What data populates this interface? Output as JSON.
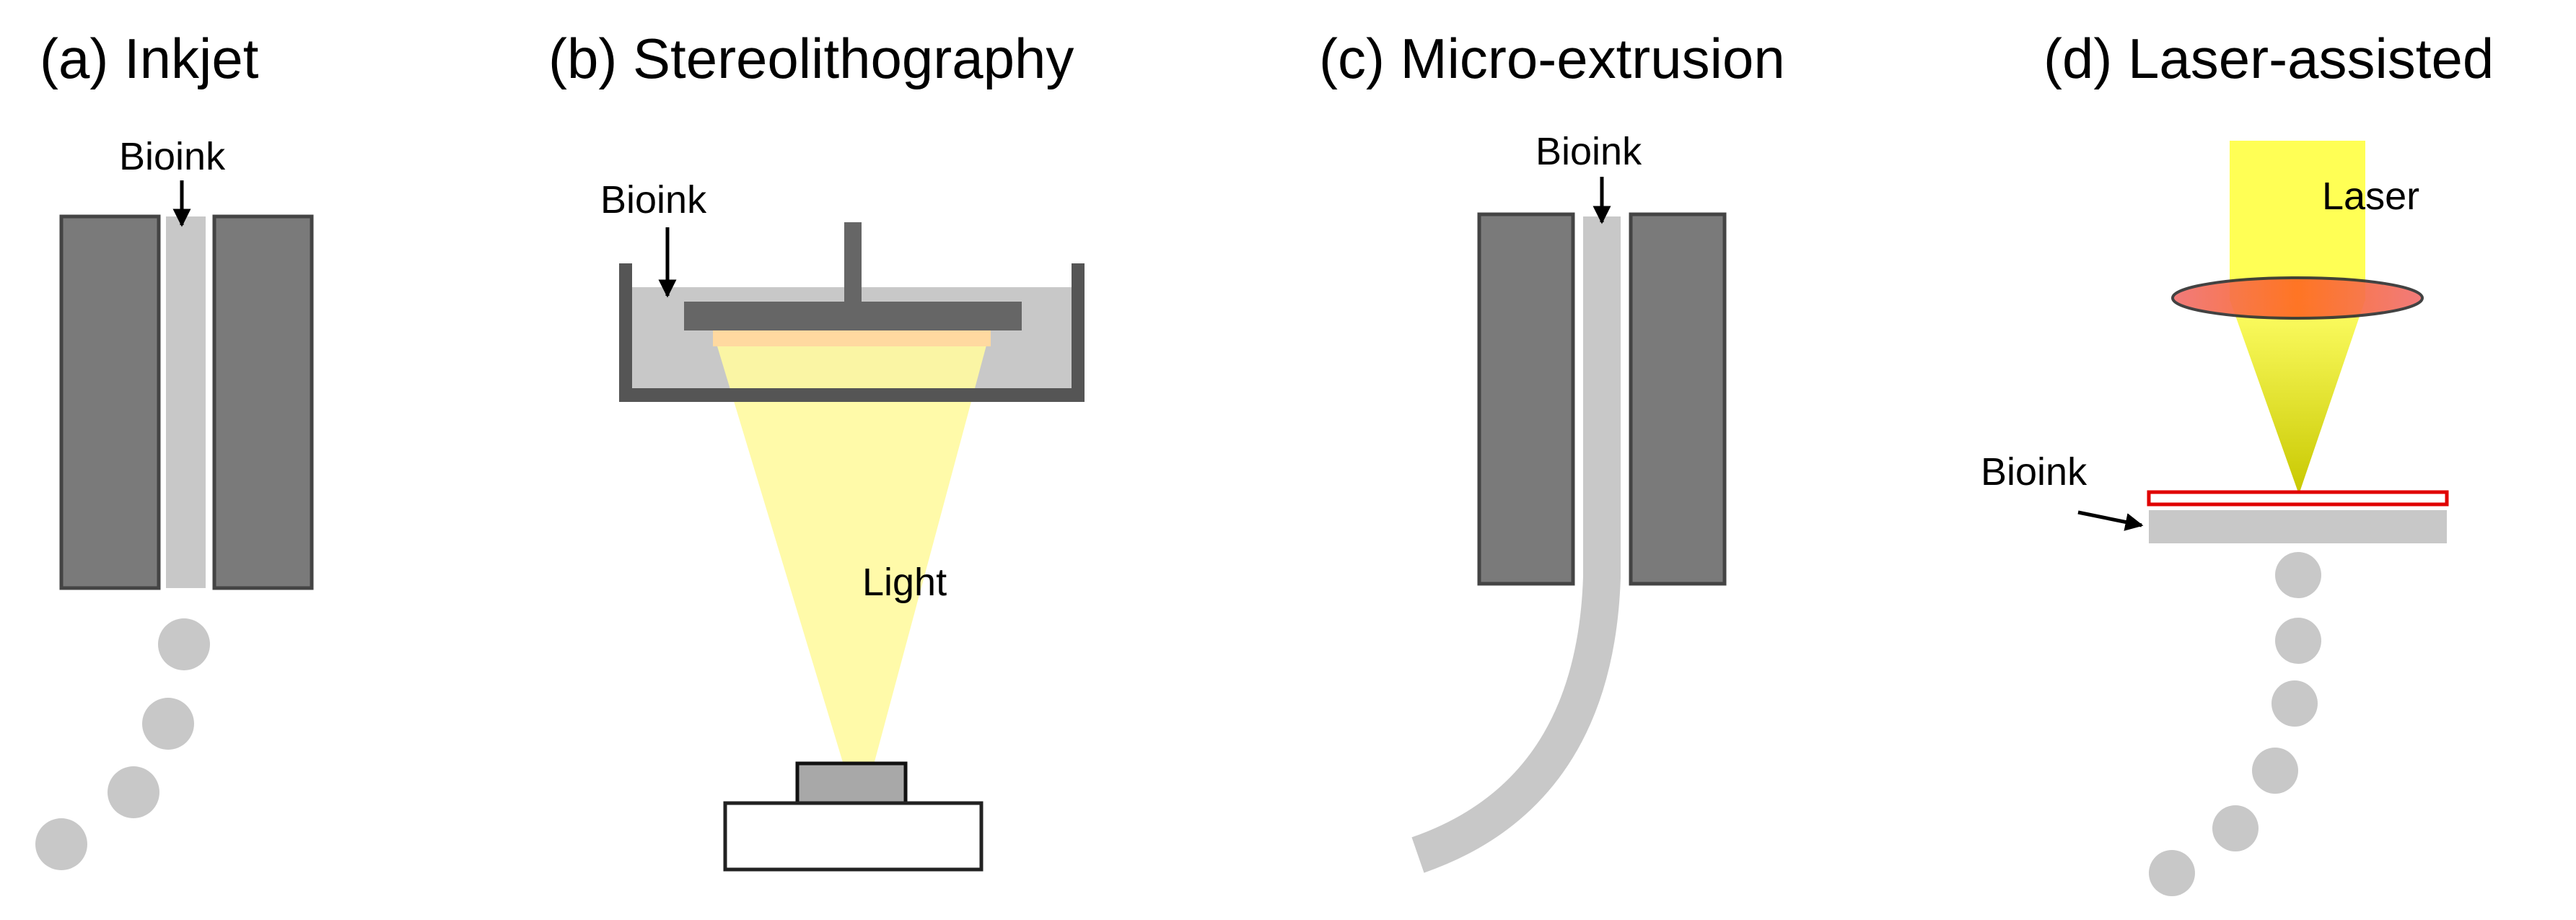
{
  "panels": {
    "a": {
      "title": "(a) Inkjet",
      "bioink_label": "Bioink"
    },
    "b": {
      "title": "(b) Stereolithography",
      "bioink_label": "Bioink",
      "light_label": "Light"
    },
    "c": {
      "title": "(c) Micro-extrusion",
      "bioink_label": "Bioink"
    },
    "d": {
      "title": "(d) Laser-assisted",
      "bioink_label": "Bioink",
      "laser_label": "Laser"
    }
  },
  "colors": {
    "nozzle_dark": "#7a7a7a",
    "outline": "#444444",
    "bioink": "#c8c8c8",
    "light_yellow": "#fffaa0",
    "laser_yellow": "#ffff55",
    "lens_red": "#f07070",
    "cured_layer": "#ffd9a0",
    "ribbon_red": "#e00000"
  }
}
